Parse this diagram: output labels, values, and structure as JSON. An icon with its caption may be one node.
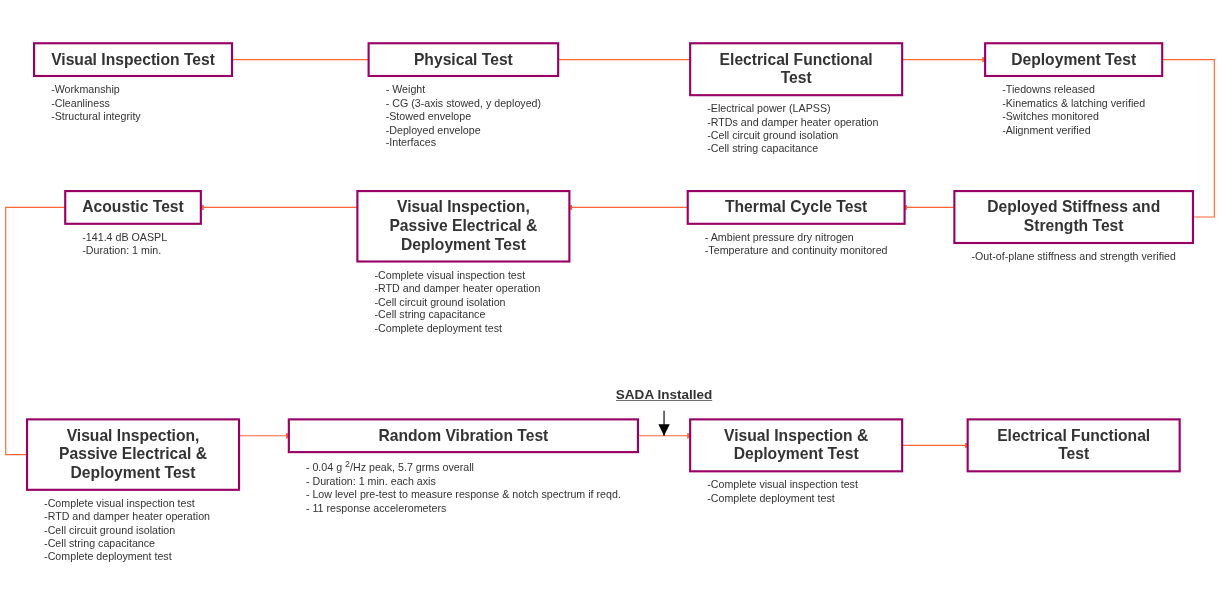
{
  "diagram": {
    "nodes": [
      {
        "text": [
          "Visual Inspection Test"
        ],
        "beside": [
          "-Workmanship",
          "-Cleanliness",
          "-Structural integrity"
        ]
      },
      {
        "text": [
          "Physical Test"
        ],
        "beside": [
          "- Weight",
          "- CG (3-axis stowed, y deployed)",
          "-Stowed envelope",
          "-Deployed envelope",
          "-Interfaces"
        ]
      },
      {
        "text": [
          "Electrical Functional Test"
        ],
        "beside": [
          "-Electrical power (LAPSS)",
          "-RTDs and damper heater operation",
          "-Cell circuit ground isolation",
          "-Cell string capacitance"
        ]
      },
      {
        "text": [
          "Deployment Test"
        ],
        "beside": [
          "-Tiedowns released",
          "-Kinematics & latching verified",
          "-Switches monitored",
          "-Alignment verified"
        ]
      },
      {
        "text": [
          "Deployed Stiffness and Strength Test"
        ],
        "beside": [
          "-Out-of-plane stiffness and strength verified"
        ]
      },
      {
        "text": [
          "Thermal Cycle Test"
        ],
        "beside": [
          "- Ambient pressure dry nitrogen",
          "-Temperature and continuity monitored"
        ]
      },
      {
        "text": [
          "Visual Inspection, Passive Electrical & Deployment Test"
        ],
        "beside": [
          "-Complete visual inspection test",
          "-RTD and damper heater operation",
          "-Cell circuit ground isolation",
          "-Cell string capacitance",
          "-Complete deployment test"
        ]
      },
      {
        "text": [
          "Acoustic Test"
        ],
        "beside": [
          "-141.4 dB OASPL",
          "-Duration:  1 min."
        ]
      },
      {
        "text": [
          "SADA Installed"
        ]
      },
      {
        "text": [
          "Visual Inspection, Passive Electrical & Deployment Test"
        ],
        "beside": [
          "-Complete visual inspection test",
          "-RTD and damper heater operation",
          "-Cell circuit ground isolation",
          "-Cell string capacitance",
          "-Complete deployment test"
        ]
      },
      {
        "text": [
          "Random Vibration Test"
        ],
        "beside": [
          "- 0.04 g $^{2}$/Hz peak,  5.7 grms overall",
          "- Duration:  1 min. each  axis",
          "- Low level pre-test to measure response & notch spectrum if reqd.",
          "- 11 response accelerometers"
        ]
      },
      {
        "text": [
          "Visual Inspection & Deployment Test"
        ],
        "beside": [
          "-Complete visual inspection test",
          "-Complete deployment test"
        ]
      },
      {
        "text": [
          "Electrical Functional Test"
        ]
      }
    ],
    "edges": [
      {
        "from": 0,
        "to": 1,
        "arrow": "none"
      },
      {
        "from": 1,
        "to": 2,
        "arrow": "none"
      },
      {
        "from": 2,
        "to": 3,
        "arrow": "to"
      },
      {
        "from": 3,
        "to": 4,
        "arrow": "none"
      },
      {
        "from": 4,
        "to": 5,
        "arrow": "to"
      },
      {
        "from": 5,
        "to": 6,
        "arrow": "to"
      },
      {
        "from": 6,
        "to": 7,
        "arrow": "to"
      },
      {
        "from": 7,
        "to": 9,
        "arrow": "none"
      },
      {
        "from": 9,
        "to": 10,
        "arrow": "to"
      },
      {
        "from": 10,
        "to": 11,
        "arrow": "to"
      },
      {
        "from": 11,
        "to": 12,
        "arrow": "to"
      },
      {
        "from": 8,
        "to": null,
        "arrow": "to",
        "color": "#000000"
      }
    ]
  }
}
